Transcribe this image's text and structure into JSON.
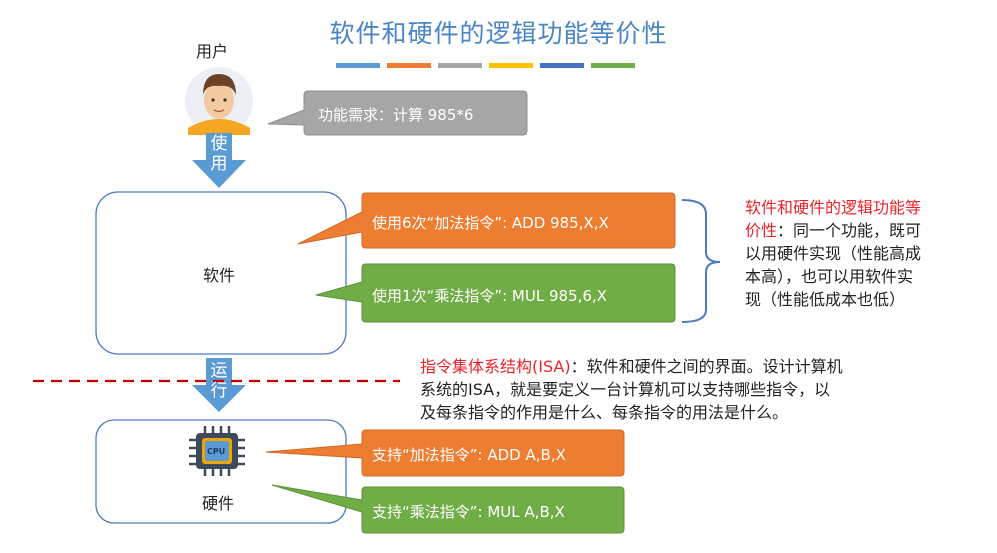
{
  "title": "软件和硬件的逻辑功能等价性",
  "title_bar_colors": [
    "#5b9bd5",
    "#ed7d31",
    "#a5a5a5",
    "#ffc000",
    "#4472c4",
    "#70ad47"
  ],
  "user": {
    "label": "用户"
  },
  "arrows": {
    "use": [
      "使",
      "用"
    ],
    "run": [
      "运",
      "行"
    ]
  },
  "software": {
    "label": "软件"
  },
  "hardware": {
    "label": "硬件",
    "chip_text": "CPU"
  },
  "callouts": {
    "requirement": "功能需求：计算 985*6",
    "sw_add": "使用6次“加法指令”: ADD 985,X,X",
    "sw_mul": "使用1次“乘法指令”: MUL 985,6,X",
    "hw_add": "支持“加法指令”: ADD A,B,X",
    "hw_mul": "支持“乘法指令”: MUL A,B,X"
  },
  "equivalence_note": {
    "line1_red": "软件和硬件的逻辑功能等",
    "line2_red": "价性",
    "line2_rest": "：同一个功能，既可",
    "line3": "以用硬件实现（性能高成",
    "line4": "本高），也可以用软件实",
    "line5": "现（性能低成本也低）"
  },
  "isa_note": {
    "red": "指令集体系结构(ISA)",
    "line1_rest": "：软件和硬件之间的界面。设计计算机",
    "line2": "系统的ISA，就是要定义一台计算机可以支持哪些指令，以",
    "line3": "及每条指令的作用是什么、每条指令的用法是什么。"
  },
  "colors": {
    "gray": "#a6a6a6",
    "orange": "#ed7d31",
    "green": "#70ad47",
    "blue_arrow": "#5b9bd5",
    "dashed_line": "#c00000"
  }
}
